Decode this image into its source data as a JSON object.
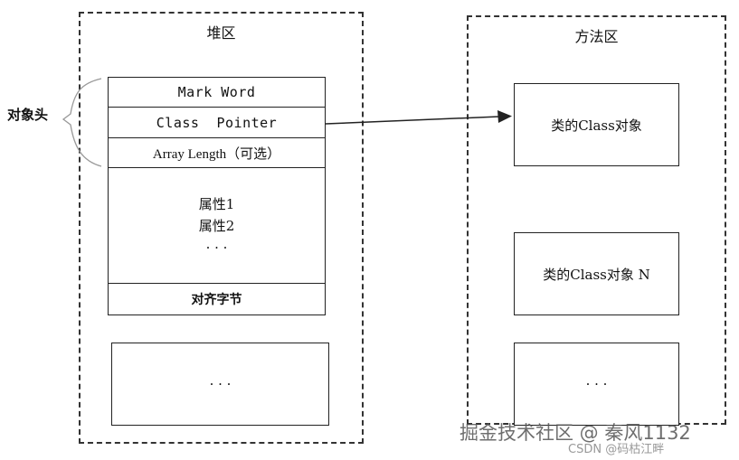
{
  "heap": {
    "title": "堆区",
    "header_label": "对象头",
    "object_rows": {
      "mark_word": "Mark Word",
      "class_pointer": "Class  Pointer",
      "array_length": "Array Length（可选）",
      "attributes": [
        "属性1",
        "属性2",
        "· · ·"
      ],
      "padding": "对齐字节"
    },
    "other_objects": "· · ·"
  },
  "method_area": {
    "title": "方法区",
    "class_objects": [
      "类的Class对象",
      "类的Class对象 N",
      "· · ·"
    ]
  },
  "watermark": {
    "main": "掘金技术社区 @ 秦风1132",
    "sub": "CSDN @码枯江畔"
  }
}
